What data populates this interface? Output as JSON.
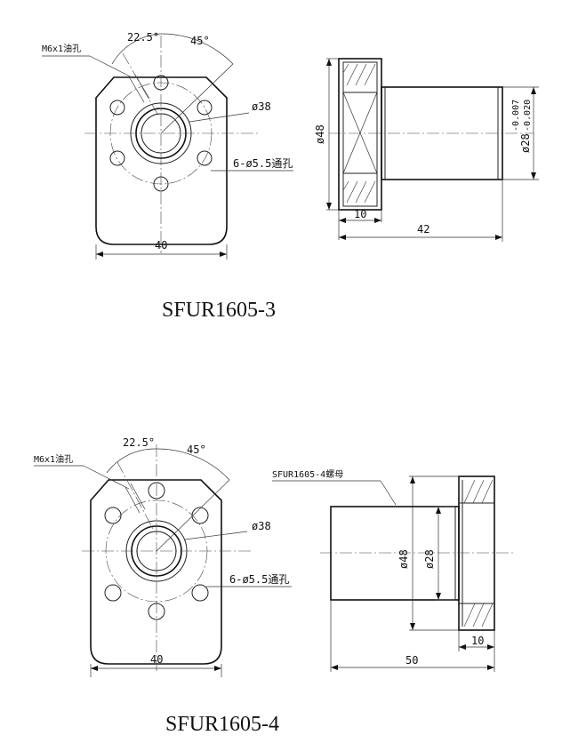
{
  "drawings": [
    {
      "model": "SFUR1605-3",
      "front": {
        "oil_hole": "M6x1油孔",
        "angle_small": "22.5°",
        "angle_large": "45°",
        "pcd": "ø38",
        "holes": "6-ø5.5通孔",
        "width": "40"
      },
      "side": {
        "flange_dia": "ø48",
        "body_dia": "ø28",
        "tolerance_upper": "-0.007",
        "tolerance_lower": "-0.020",
        "flange_thickness": "10",
        "length": "42"
      }
    },
    {
      "model": "SFUR1605-4",
      "front": {
        "oil_hole": "M6x1油孔",
        "angle_small": "22.5°",
        "angle_large": "45°",
        "pcd": "ø38",
        "holes": "6-ø5.5通孔",
        "width": "40"
      },
      "side": {
        "nut_label": "SFUR1605-4螺母",
        "flange_dia": "ø48",
        "body_dia": "ø28",
        "flange_thickness": "10",
        "length": "50"
      }
    }
  ]
}
